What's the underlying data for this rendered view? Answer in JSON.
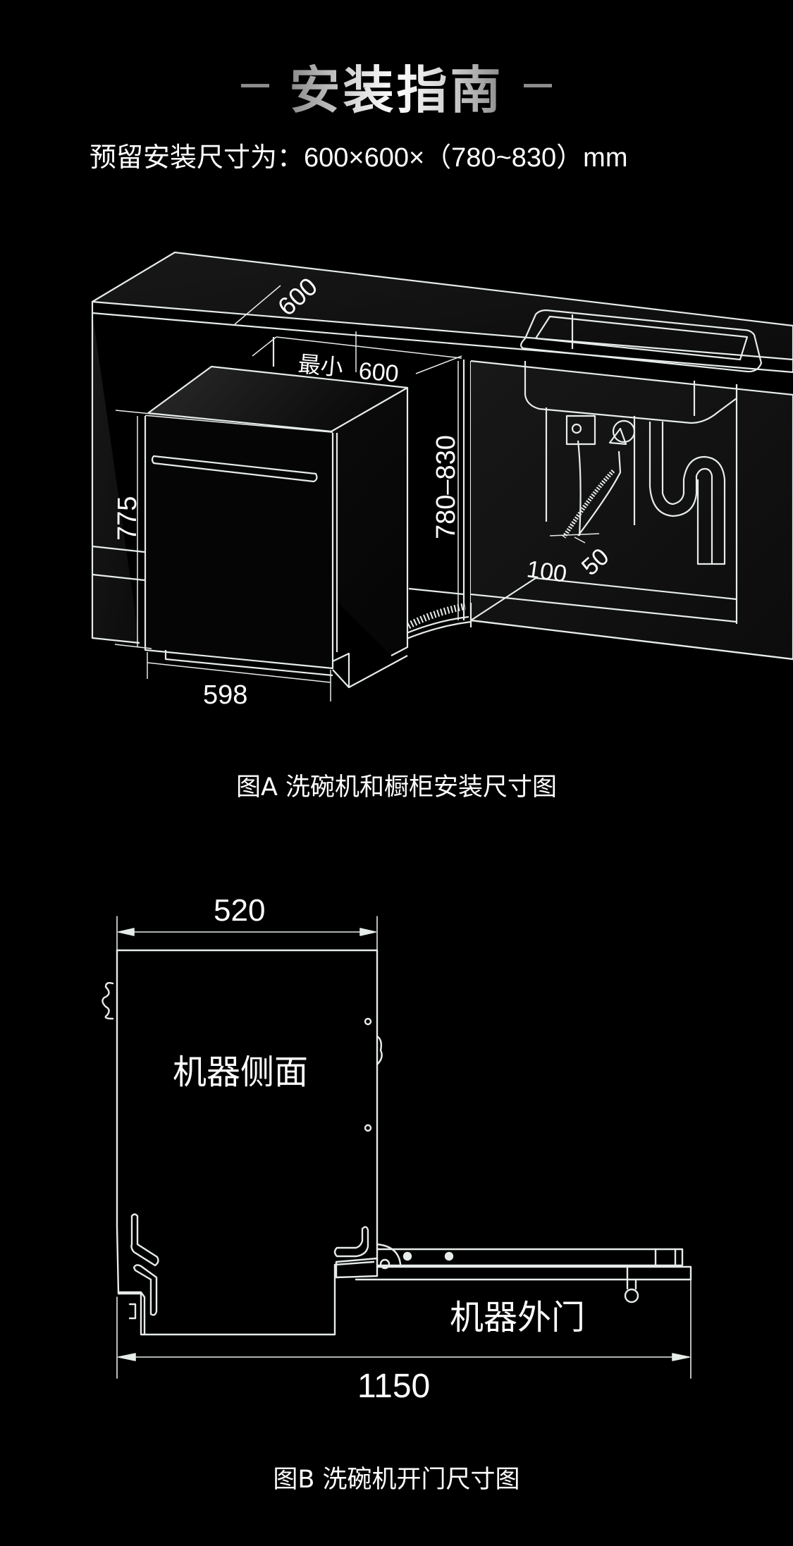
{
  "header": {
    "title": "安装指南",
    "subtitle": "预留安装尺寸为：600×600×（780~830）mm"
  },
  "figure_a": {
    "caption": "图A 洗碗机和橱柜安装尺寸图",
    "labels": {
      "cabinet_depth": "600",
      "min_width_prefix": "最小",
      "min_width": "600",
      "machine_height": "775",
      "niche_height": "780–830",
      "machine_width": "598",
      "pipe_offset_a": "100",
      "pipe_offset_b": "50"
    }
  },
  "figure_b": {
    "caption": "图B 洗碗机开门尺寸图",
    "labels": {
      "depth": "520",
      "side_view": "机器侧面",
      "door": "机器外门",
      "open_length": "1150"
    }
  },
  "colors": {
    "background": "#000000",
    "line": "#e6ece8",
    "title_gray": "#8c8c8c"
  }
}
